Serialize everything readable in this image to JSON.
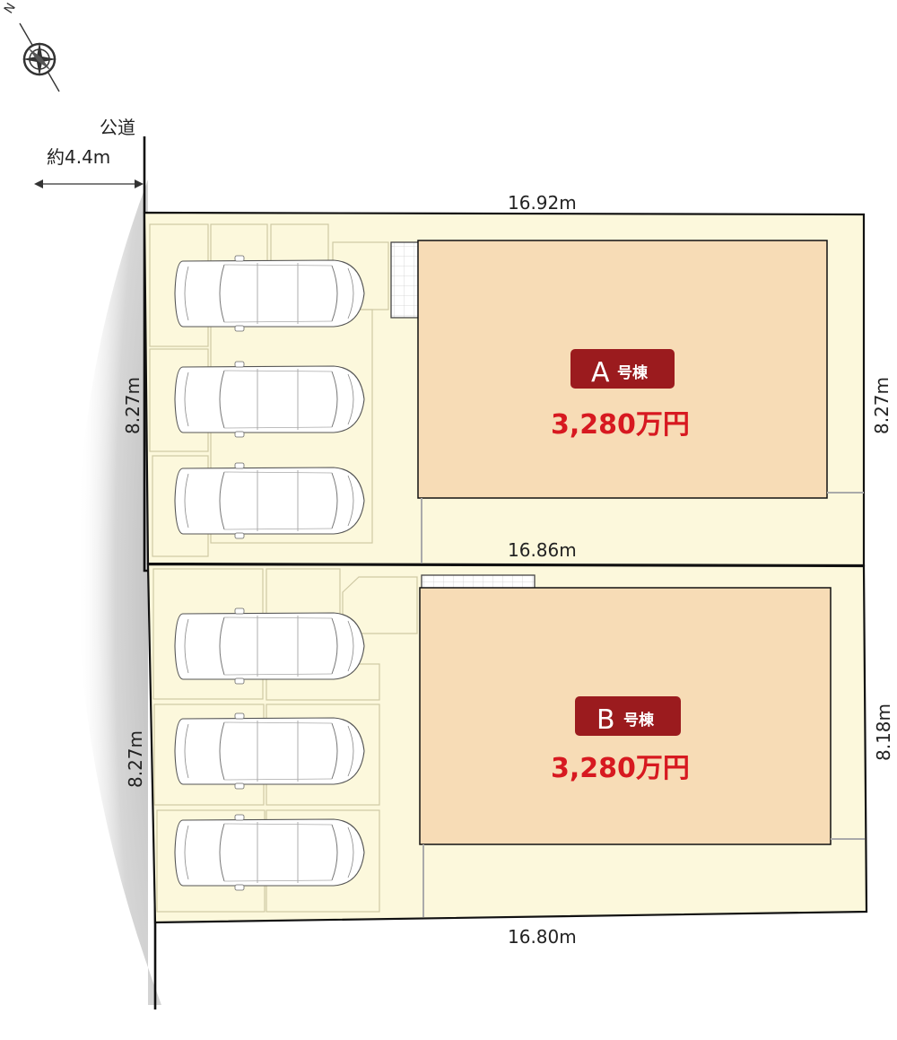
{
  "compass": {
    "north_label": "N",
    "icon": "compass-rose-icon"
  },
  "road": {
    "label": "公道",
    "width": "約4.4m"
  },
  "dimensions": {
    "top": "16.92m",
    "middle": "16.86m",
    "bottom": "16.80m",
    "left_a": "8.27m",
    "right_a": "8.27m",
    "left_b": "8.27m",
    "right_b": "8.18m"
  },
  "lots": [
    {
      "letter": "A",
      "suffix": "号棟",
      "price": "3,280万円"
    },
    {
      "letter": "B",
      "suffix": "号棟",
      "price": "3,280万円"
    }
  ],
  "colors": {
    "lot_fill": "#fcf8dc",
    "house_fill": "#f7dcb6",
    "badge": "#9b1b1e",
    "price": "#d71920",
    "road_shadow": "#c8c8c8"
  }
}
